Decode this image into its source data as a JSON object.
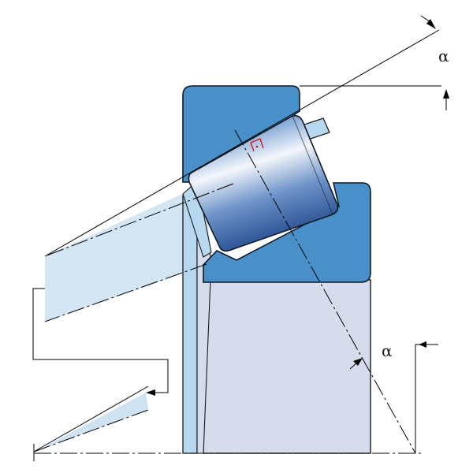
{
  "diagram": {
    "kind": "tapered-roller-bearing-cross-section",
    "labels": {
      "angle_top": "α",
      "angle_bottom": "α"
    },
    "colors": {
      "ring_fill": "#4a90c8",
      "ring_stroke": "#0f1a26",
      "roller_dark": "#2c5ba2",
      "roller_light": "#eef3fb",
      "housing_fill": "#d5dceb",
      "pressure_cone": "#cfe2f2",
      "cage_fill": "#b8d8ef",
      "line": "#000000",
      "contact_angle_mark": "#d0101e"
    }
  }
}
